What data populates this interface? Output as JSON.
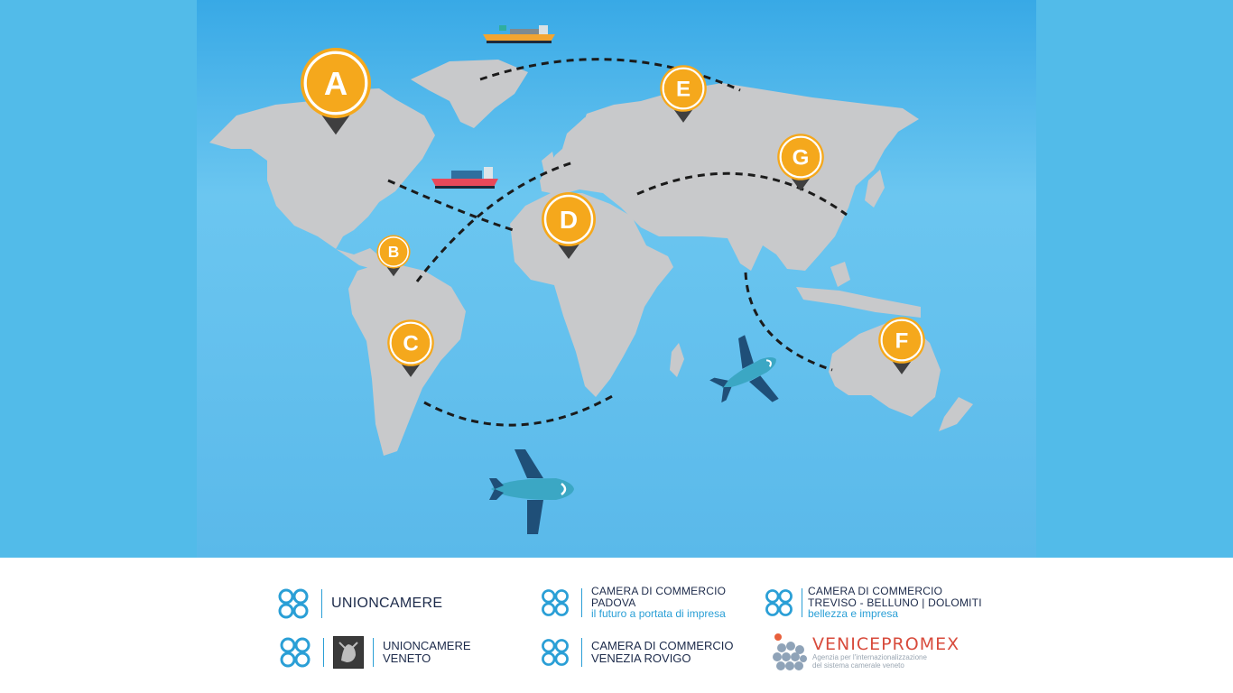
{
  "markers": [
    {
      "id": "a",
      "letter": "A"
    },
    {
      "id": "b",
      "letter": "B"
    },
    {
      "id": "c",
      "letter": "C"
    },
    {
      "id": "d",
      "letter": "D"
    },
    {
      "id": "e",
      "letter": "E"
    },
    {
      "id": "f",
      "letter": "F"
    },
    {
      "id": "g",
      "letter": "G"
    }
  ],
  "footer": {
    "unioncamere": {
      "name": "UNIONCAMERE"
    },
    "unioncamere_veneto": {
      "line1": "UNIONCAMERE",
      "line2": "VENETO"
    },
    "padova": {
      "line1": "CAMERA DI COMMERCIO",
      "line2": "PADOVA",
      "tagline": "il futuro a portata di impresa"
    },
    "venezia_rovigo": {
      "line1": "CAMERA DI COMMERCIO",
      "line2": "VENEZIA ROVIGO"
    },
    "treviso": {
      "line1": "CAMERA DI COMMERCIO",
      "line2": "TREVISO - BELLUNO | DOLOMITI",
      "tagline": "bellezza e impresa"
    },
    "venicepromex": {
      "name": "VENICEPROMEX",
      "sub1": "Agenzia per l'internazionalizzazione",
      "sub2": "del sistema camerale veneto"
    }
  },
  "colors": {
    "background": "#52bbe9",
    "map_panel": "#5ec0ee",
    "land": "#c8c9cb",
    "marker": "#f5a81c",
    "marker_dark": "#3f3f40",
    "route": "#1b1b1b"
  }
}
